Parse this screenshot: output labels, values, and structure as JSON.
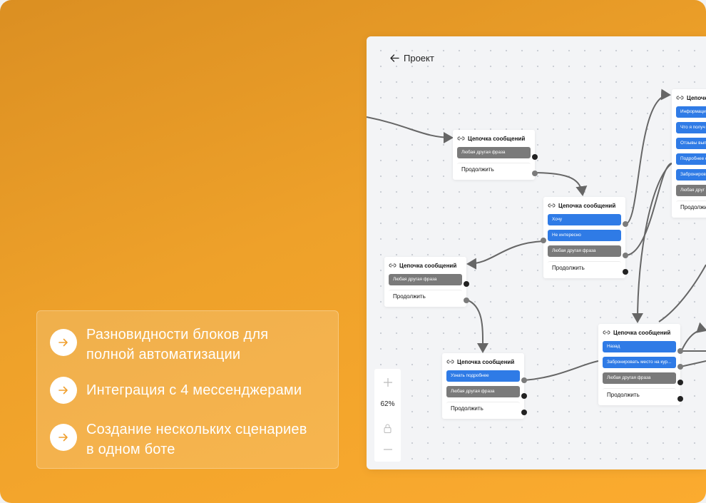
{
  "features": [
    {
      "text": "Разновидности блоков для полной автоматизации"
    },
    {
      "text": "Интеграция с 4 мессенджерами"
    },
    {
      "text": "Создание нескольких сценариев в одном боте"
    }
  ],
  "app": {
    "back_label": "Проект",
    "zoom_level": "62%",
    "node_title": "Цепочка сообщений",
    "nodes": {
      "n1": {
        "rows": [
          "Любая другая фраза",
          "Продолжить"
        ]
      },
      "n2": {
        "rows": [
          "Хочу",
          "Не интересно",
          "Любая другая фраза",
          "Продолжить"
        ]
      },
      "n3": {
        "rows": [
          "Любая другая фраза",
          "Продолжить"
        ]
      },
      "n4": {
        "rows": [
          "Узнать подробнее",
          "Любая другая фраза",
          "Продолжить"
        ]
      },
      "n5": {
        "rows": [
          "Назад",
          "Забронировать место на кур...",
          "Любая другая фраза",
          "Продолжить"
        ]
      },
      "n6": {
        "title": "Цепочк",
        "rows": [
          "Информаци",
          "Что я получ",
          "Отзывы вып",
          "Подробнее о",
          "Забронирова",
          "Любая друг",
          "Продолжи"
        ]
      }
    }
  },
  "colors": {
    "accent": "#f3a12b",
    "blue": "#2f7be6",
    "gray": "#7a7a7a"
  }
}
